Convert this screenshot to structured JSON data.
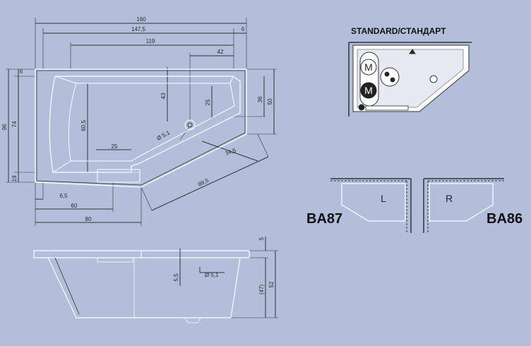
{
  "colors": {
    "background": "#b3bedb",
    "line": "#333333",
    "tub_outline": "#ffffff"
  },
  "top_view": {
    "dims": {
      "w160": "160",
      "w147_5": "147,5",
      "w6_top": "6",
      "w119": "119",
      "w42": "42",
      "h6": "6",
      "h96": "96",
      "h74": "74",
      "h19": "19",
      "h43": "43",
      "h25": "25",
      "h36": "36",
      "h50": "50",
      "h60_5": "60,5",
      "d5_1": "Ø 5,1",
      "w25": "25",
      "w34_5": "34,5",
      "w89_5": "89,5",
      "w6_5": "6,5",
      "w60": "60",
      "w80": "80"
    }
  },
  "side_view": {
    "dims": {
      "h5": "5",
      "h52": "52",
      "h47": "(47)",
      "h5_5": "5,5",
      "d5_1": "Ø 5,1"
    }
  },
  "standard": {
    "title": "STANDARD/СТАНДАРТ",
    "m_top": "M",
    "m_bottom": "M"
  },
  "variants": {
    "left": {
      "code": "BA87",
      "label": "L"
    },
    "right": {
      "code": "BA86",
      "label": "R"
    }
  }
}
